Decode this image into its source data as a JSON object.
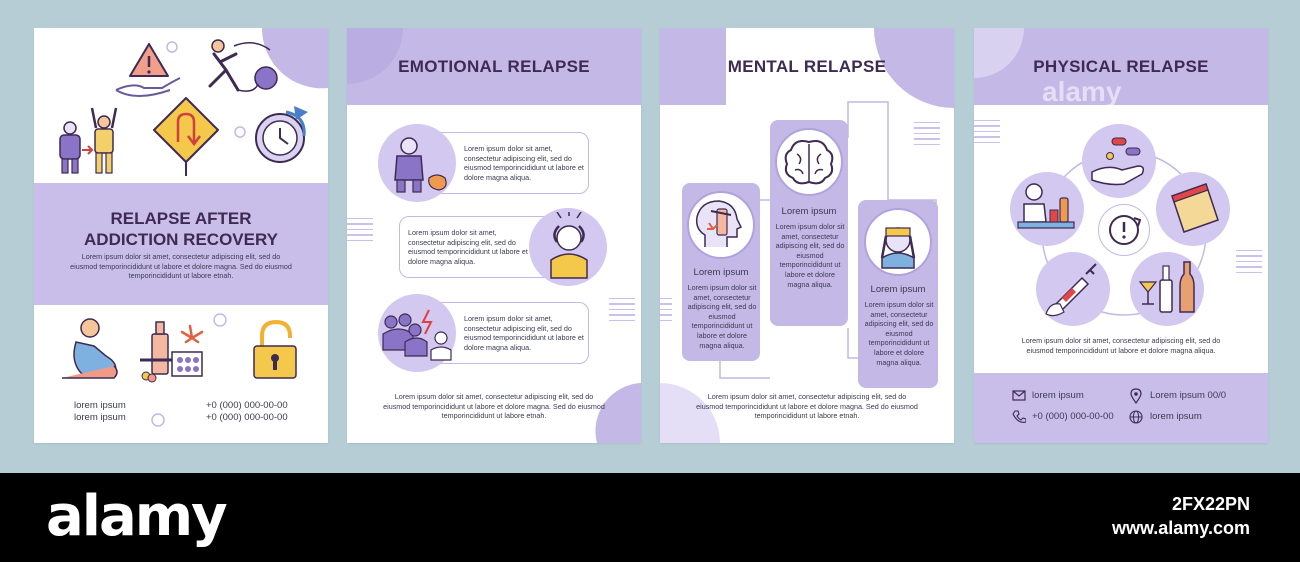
{
  "page1": {
    "title_line1": "RELAPSE AFTER",
    "title_line2": "ADDICTION RECOVERY",
    "body": "Lorem ipsum dolor sit amet, consectetur adipiscing elit, sed do eiusmod temporincididunt ut labore et dolore magna. Sed do eiusmod temporincididunt ut labore etnah.",
    "contact_label_1": "lorem ipsum",
    "contact_label_2": "lorem ipsum",
    "contact_phone_1": "+0 (000) 000-00-00",
    "contact_phone_2": "+0 (000) 000-00-00",
    "icons": [
      "warning-hand-icon",
      "shackled-person-icon",
      "people-pressure-icon",
      "u-turn-sign-icon",
      "clock-arrow-icon",
      "sad-sitting-person-icon",
      "substances-icon",
      "open-padlock-icon"
    ]
  },
  "page2": {
    "title": "EMOTIONAL RELAPSE",
    "card_text": "Lorem ipsum dolor sit amet, consectetur adipiscing elit, sed do eiusmod temporincididunt ut labore et dolore magna aliqua.",
    "footer": "Lorem ipsum dolor sit amet, consectetur adipiscing elit, sed do eiusmod temporincididunt ut labore et dolore magna. Sed do eiusmod temporincididunt ut labore etnah.",
    "icons": [
      "sitting-sad-person-icon",
      "stressed-person-icon",
      "crowd-person-icon"
    ]
  },
  "page3": {
    "title": "MENTAL RELAPSE",
    "col_label": "Lorem ipsum",
    "col_text": "Lorem ipsum dolor sit amet, consectetur adipiscing elit, sed do eiusmod temporincididunt ut labore et dolore magna aliqua.",
    "footer": "Lorem ipsum dolor sit amet, consectetur adipiscing elit, sed do eiusmod temporincididunt ut labore et dolore magna. Sed do eiusmod temporincididunt ut labore etnah.",
    "icons": [
      "head-craving-icon",
      "brain-icon",
      "headache-person-icon"
    ]
  },
  "page4": {
    "title": "PHYSICAL RELAPSE",
    "body": "Lorem ipsum dolor sit amet, consectetur adipiscing elit, sed do eiusmod temporincididunt ut labore et dolore magna aliqua.",
    "email": "lorem ipsum",
    "phone": "+0 (000) 000-00-00",
    "location": "Lorem ipsum 00/0",
    "web": "lorem ipsum",
    "icons": [
      "pills-hand-icon",
      "drinking-person-icon",
      "warning-cycle-icon",
      "powder-bag-icon",
      "syringe-icon",
      "alcohol-icon",
      "mail-icon",
      "phone-icon",
      "location-pin-icon",
      "globe-icon"
    ]
  },
  "watermark": {
    "brand": "alamy",
    "image_id": "2FX22PN",
    "site": "www.alamy.com"
  },
  "colors": {
    "lavender": "#c4b8e6",
    "dark_purple": "#3e2a52",
    "background": "#b7cdd6"
  }
}
